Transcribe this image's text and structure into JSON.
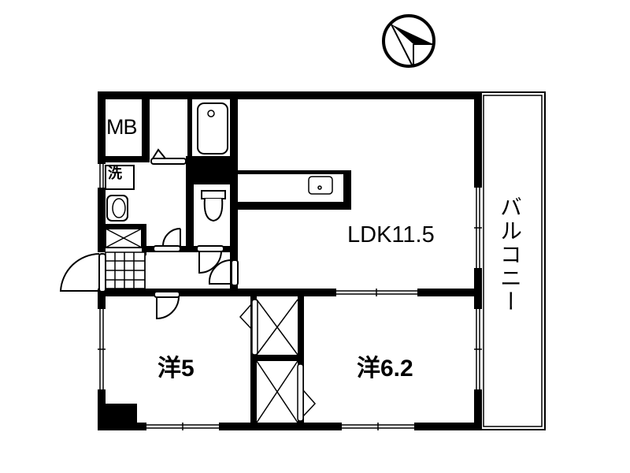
{
  "floor_plan": {
    "compass": {
      "icon": "north-arrow-compass-icon"
    },
    "rooms": {
      "meter_box": {
        "label": "MB"
      },
      "washroom": {
        "label": "洗"
      },
      "ldk": {
        "label": "LDK11.5"
      },
      "western_room_1": {
        "label": "洋5"
      },
      "western_room_2": {
        "label": "洋6.2"
      },
      "balcony": {
        "label": "バルコニー"
      }
    },
    "fixtures": [
      "bathtub",
      "washbasin",
      "toilet",
      "kitchen-sink",
      "shoe-cabinet",
      "closets"
    ],
    "colors": {
      "wall": "#000000",
      "background": "#ffffff"
    }
  }
}
